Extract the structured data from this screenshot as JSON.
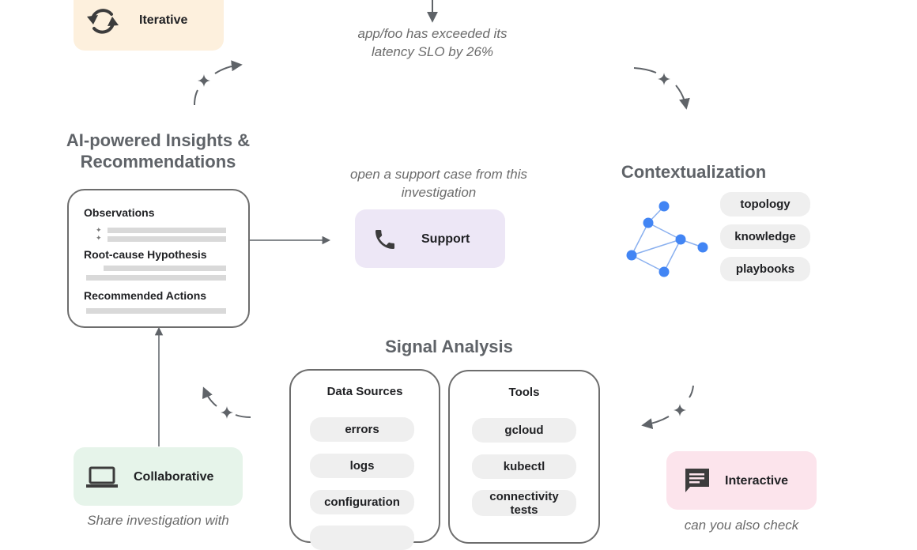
{
  "top": {
    "iterative_label": "Iterative",
    "alert_caption_line1": "app/foo has exceeded its",
    "alert_caption_line2": "latency SLO by 26%"
  },
  "insights": {
    "heading_line1": "AI-powered Insights &",
    "heading_line2": "Recommendations",
    "sections": [
      {
        "title": "Observations"
      },
      {
        "title": "Root-cause Hypothesis"
      },
      {
        "title": "Recommended Actions"
      }
    ]
  },
  "support": {
    "caption_line1": "open a support case from this",
    "caption_line2": "investigation",
    "label": "Support"
  },
  "contextualization": {
    "heading": "Contextualization",
    "pills": [
      "topology",
      "knowledge",
      "playbooks"
    ],
    "graph_color": "#4285f4"
  },
  "signal_analysis": {
    "heading": "Signal Analysis",
    "data_sources": {
      "title": "Data Sources",
      "items": [
        "errors",
        "logs",
        "configuration"
      ]
    },
    "tools": {
      "title": "Tools",
      "items": [
        "gcloud",
        "kubectl",
        "connectivity tests"
      ]
    }
  },
  "collaborative": {
    "label": "Collaborative",
    "caption": "Share investigation with"
  },
  "interactive": {
    "label": "Interactive",
    "caption": "can you also check"
  },
  "colors": {
    "iterative_bg": "#fdf0dd",
    "support_bg": "#ede7f6",
    "collaborative_bg": "#e6f4ea",
    "interactive_bg": "#fce4ec",
    "connector": "#5f6368"
  }
}
